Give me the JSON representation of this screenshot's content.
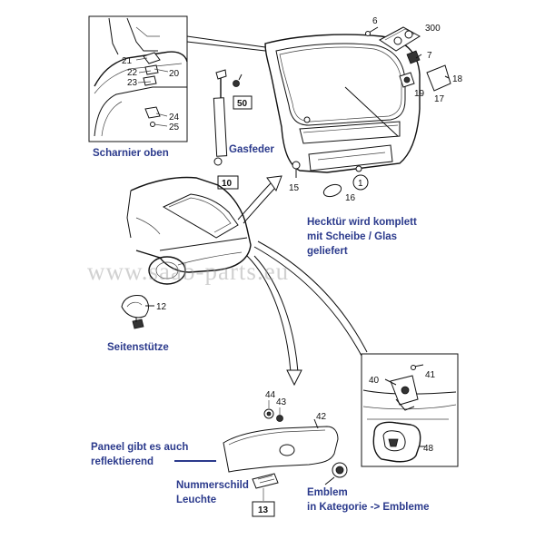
{
  "labels": {
    "scharnier": "Scharnier oben",
    "gasfeder": "Gasfeder",
    "hecktuer_1": "Hecktür wird komplett",
    "hecktuer_2": "mit Scheibe / Glas",
    "hecktuer_3": "geliefert",
    "seitenstuetze": "Seitenstütze",
    "paneel_1": "Paneel gibt es auch",
    "paneel_2": "reflektierend",
    "nummerschild_1": "Nummerschild",
    "nummerschild_2": "Leuchte",
    "emblem_1": "Emblem",
    "emblem_2": "in Kategorie -> Embleme"
  },
  "numbers": {
    "n6": "6",
    "n300": "300",
    "n7": "7",
    "n18": "18",
    "n19": "19",
    "n17": "17",
    "n21": "21",
    "n22": "22",
    "n20": "20",
    "n23": "23",
    "n24": "24",
    "n25": "25",
    "n50": "50",
    "n10": "10",
    "n15": "15",
    "n16": "16",
    "n1": "1",
    "n12": "12",
    "n40": "40",
    "n41": "41",
    "n44": "44",
    "n43": "43",
    "n42": "42",
    "n48": "48",
    "n13": "13"
  },
  "watermark": "www.saab-parts.eu",
  "colors": {
    "label": "#2b3a8c",
    "line": "#111111",
    "watermark": "#9a9a9a"
  }
}
